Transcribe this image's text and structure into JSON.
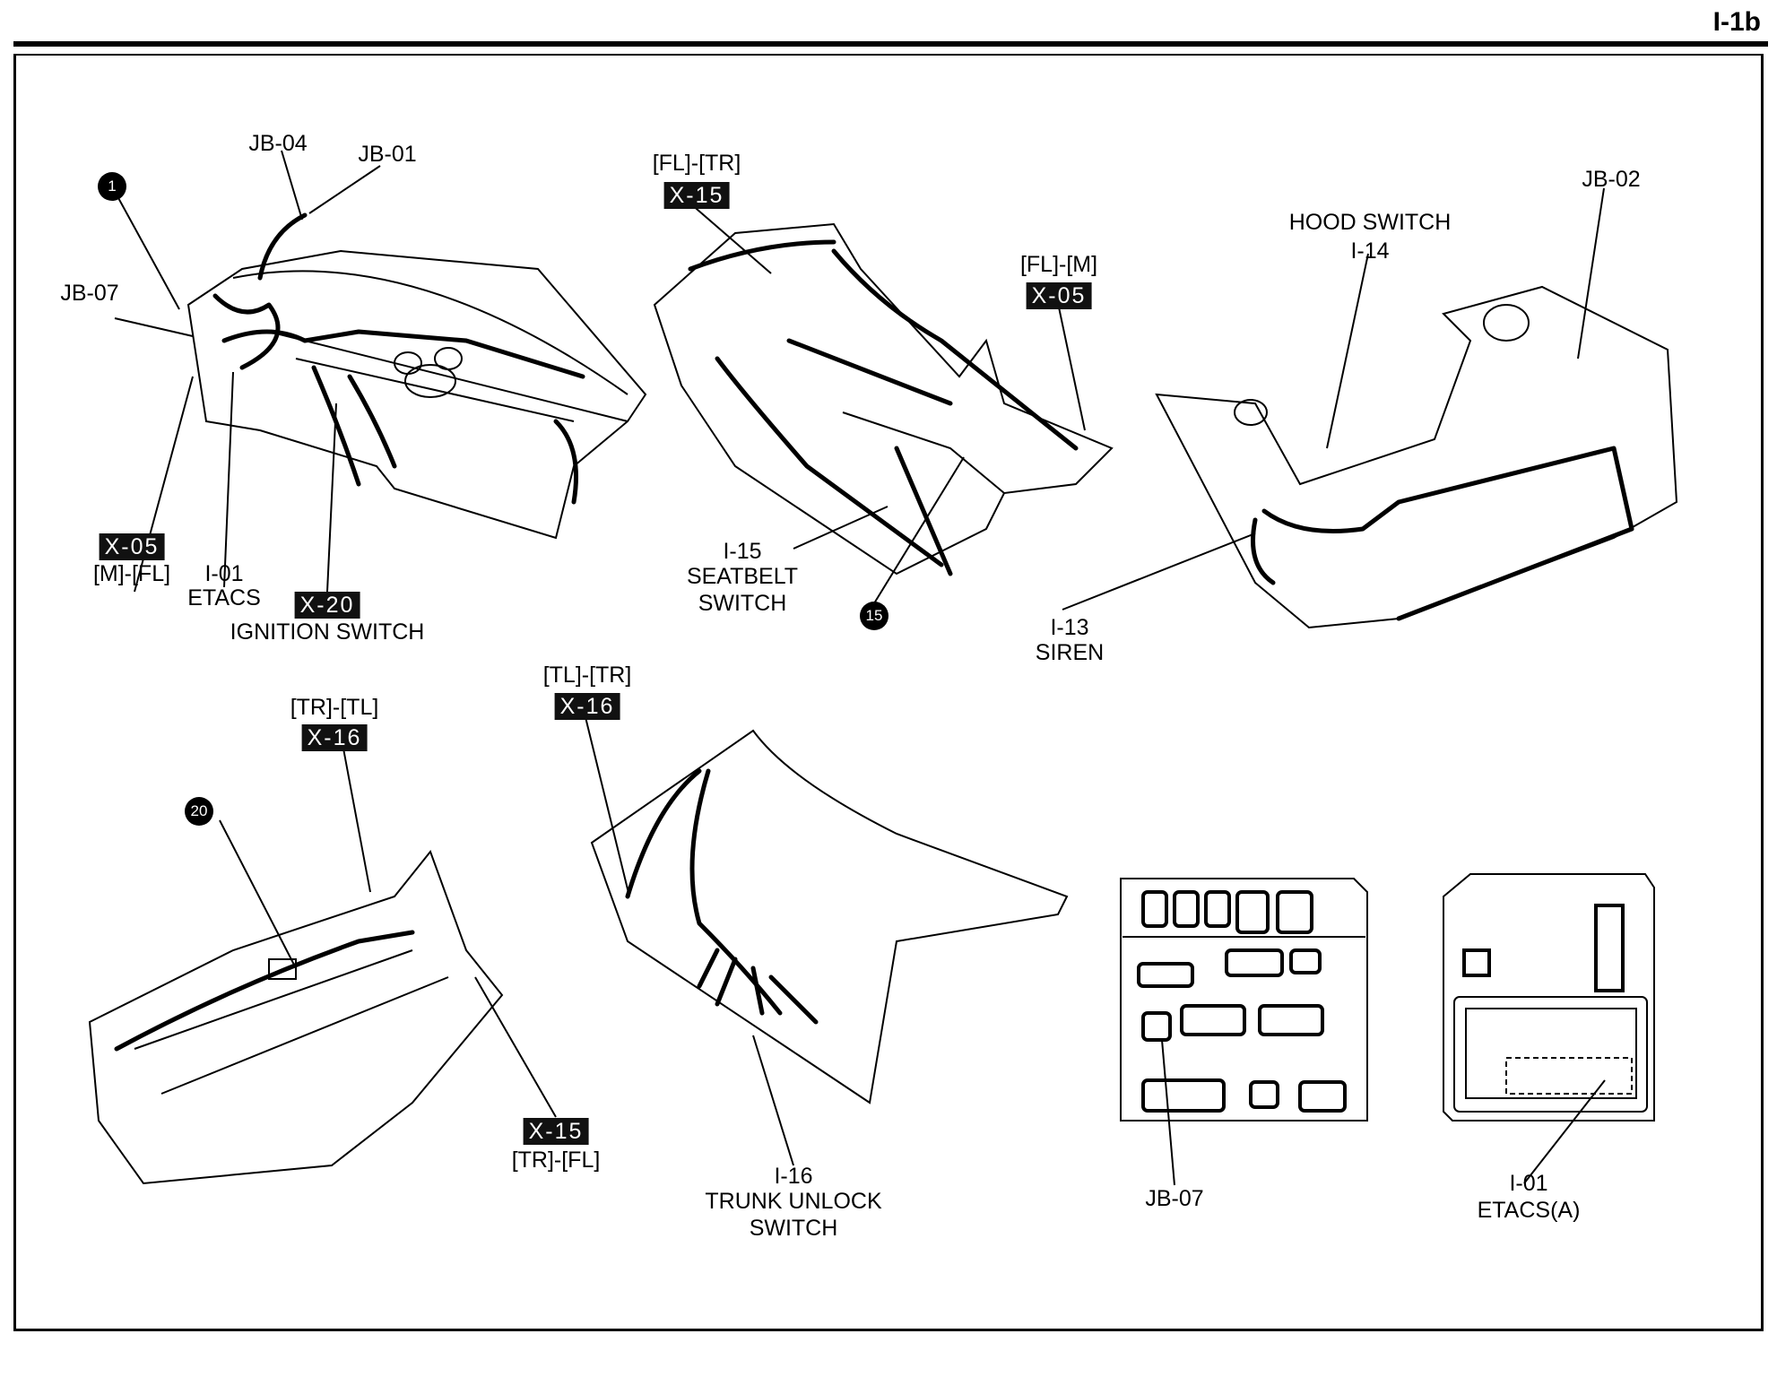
{
  "page": {
    "id": "I-1b"
  },
  "figures": {
    "dashboard": {
      "callouts": [
        {
          "id": "badge-1",
          "type": "badge",
          "text": "1"
        },
        {
          "id": "jb-04",
          "type": "label",
          "text": "JB-04"
        },
        {
          "id": "jb-01",
          "type": "label",
          "text": "JB-01"
        },
        {
          "id": "jb-07",
          "type": "label",
          "text": "JB-07"
        },
        {
          "id": "x-05",
          "type": "connector",
          "tag": "X-05",
          "route": "[M]-[FL]"
        },
        {
          "id": "i-01",
          "type": "label",
          "lines": [
            "I-01",
            "ETACS"
          ]
        },
        {
          "id": "x-20",
          "type": "connector",
          "tag": "X-20",
          "route": "IGNITION SWITCH"
        }
      ]
    },
    "floor": {
      "callouts": [
        {
          "id": "x-15",
          "type": "connector",
          "tag": "X-15",
          "route": "[FL]-[TR]"
        },
        {
          "id": "x-05",
          "type": "connector",
          "tag": "X-05",
          "route": "[FL]-[M]"
        },
        {
          "id": "i-15",
          "type": "label",
          "lines": [
            "I-15",
            "SEATBELT",
            "SWITCH"
          ]
        },
        {
          "id": "badge-15",
          "type": "badge",
          "text": "15"
        }
      ]
    },
    "engine_bay": {
      "callouts": [
        {
          "id": "i-14",
          "type": "label",
          "lines": [
            "HOOD SWITCH",
            "I-14"
          ]
        },
        {
          "id": "jb-02",
          "type": "label",
          "text": "JB-02"
        },
        {
          "id": "i-13",
          "type": "label",
          "lines": [
            "I-13",
            "SIREN"
          ]
        }
      ]
    },
    "trunk_floor": {
      "callouts": [
        {
          "id": "x-16",
          "type": "connector",
          "tag": "X-16",
          "route": "[TR]-[TL]"
        },
        {
          "id": "badge-20",
          "type": "badge",
          "text": "20"
        },
        {
          "id": "x-15",
          "type": "connector",
          "tag": "X-15",
          "route": "[TR]-[FL]"
        }
      ]
    },
    "trunk_lid": {
      "callouts": [
        {
          "id": "x-16",
          "type": "connector",
          "tag": "X-16",
          "route": "[TL]-[TR]"
        },
        {
          "id": "i-16",
          "type": "label",
          "lines": [
            "I-16",
            "TRUNK UNLOCK",
            "SWITCH"
          ]
        }
      ]
    },
    "junction_block": {
      "callouts": [
        {
          "id": "jb-07",
          "type": "label",
          "text": "JB-07"
        }
      ]
    },
    "etacs_unit": {
      "callouts": [
        {
          "id": "i-01",
          "type": "label",
          "lines": [
            "I-01",
            "ETACS(A)"
          ]
        }
      ]
    }
  }
}
